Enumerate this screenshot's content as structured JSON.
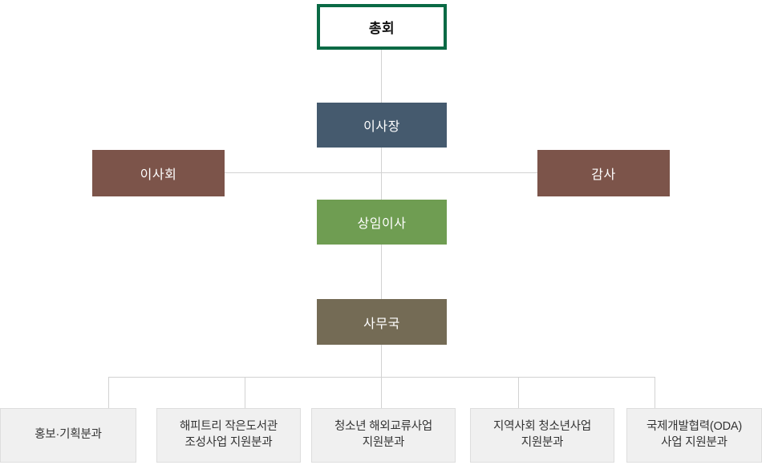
{
  "chart": {
    "nodes": {
      "general_assembly": {
        "label": "총회"
      },
      "chairman": {
        "label": "이사장"
      },
      "board": {
        "label": "이사회"
      },
      "auditor": {
        "label": "감사"
      },
      "executive_director": {
        "label": "상임이사"
      },
      "secretariat": {
        "label": "사무국"
      },
      "departments": [
        {
          "lines": [
            "홍보·기획분과"
          ]
        },
        {
          "lines": [
            "해피트리 작은도서관",
            "조성사업 지원분과"
          ]
        },
        {
          "lines": [
            "청소년 해외교류사업",
            "지원분과"
          ]
        },
        {
          "lines": [
            "지역사회 청소년사업",
            "지원분과"
          ]
        },
        {
          "lines": [
            "국제개발협력(ODA)",
            "사업 지원분과"
          ]
        }
      ]
    },
    "colors": {
      "assembly_border": "#0a6a45",
      "chairman_bg": "#455a6e",
      "board_auditor_bg": "#7c544a",
      "executive_bg": "#6f9d52",
      "secretariat_bg": "#746b55",
      "department_bg": "#f0f0f0",
      "department_border": "#dddddd",
      "connector": "#d2d2d2",
      "text_on_color": "#ffffff",
      "text_dark": "#333333"
    }
  }
}
